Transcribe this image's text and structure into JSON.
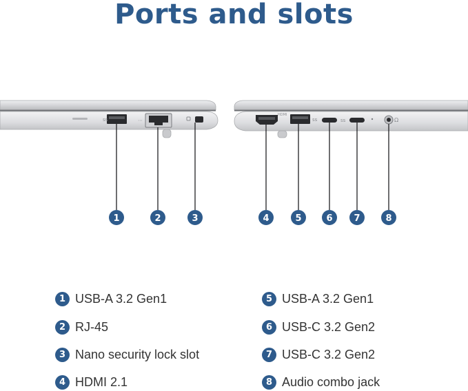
{
  "title": "Ports and slots",
  "colors": {
    "accent": "#2e5b8c",
    "text": "#333333",
    "chassis": "#d9dadc"
  },
  "ports": [
    {
      "number": "1",
      "label": "USB-A 3.2 Gen1"
    },
    {
      "number": "2",
      "label": "RJ-45"
    },
    {
      "number": "3",
      "label": "Nano security lock slot"
    },
    {
      "number": "4",
      "label": "HDMI 2.1"
    },
    {
      "number": "5",
      "label": "USB-A 3.2 Gen1"
    },
    {
      "number": "6",
      "label": "USB-C 3.2 Gen2"
    },
    {
      "number": "7",
      "label": "USB-C 3.2 Gen2"
    },
    {
      "number": "8",
      "label": "Audio combo jack"
    }
  ]
}
